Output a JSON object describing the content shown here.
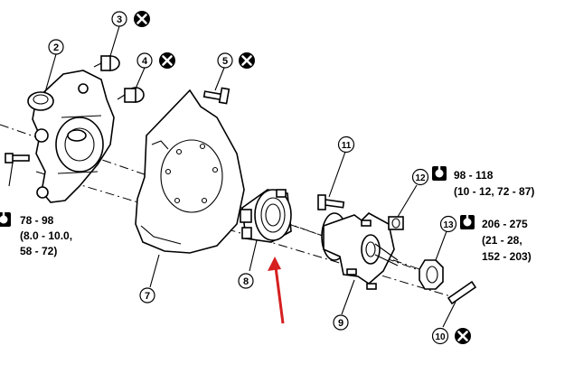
{
  "callouts": [
    {
      "id": "2",
      "discard": false
    },
    {
      "id": "3",
      "discard": true
    },
    {
      "id": "4",
      "discard": true
    },
    {
      "id": "5",
      "discard": true
    },
    {
      "id": "7",
      "discard": false
    },
    {
      "id": "8",
      "discard": false
    },
    {
      "id": "9",
      "discard": false
    },
    {
      "id": "10",
      "discard": true
    },
    {
      "id": "11",
      "discard": false
    },
    {
      "id": "12",
      "discard": false
    },
    {
      "id": "13",
      "discard": false
    }
  ],
  "torque_specs": {
    "knuckle_bolt": [
      "78 - 98",
      "(8.0 - 10.0,",
      "58 - 72)"
    ],
    "hub_bolt_nut": [
      "98 - 118",
      "(10 - 12, 72 - 87)"
    ],
    "wheel_nut": [
      "206 - 275",
      "(21 - 28,",
      "152 - 203)"
    ]
  },
  "icons": {
    "torque": "torque-wrench-icon",
    "discard": "do-not-reuse-icon"
  },
  "colors": {
    "line": "#000000",
    "pointer_arrow": "#d61f1f",
    "background": "#ffffff"
  }
}
